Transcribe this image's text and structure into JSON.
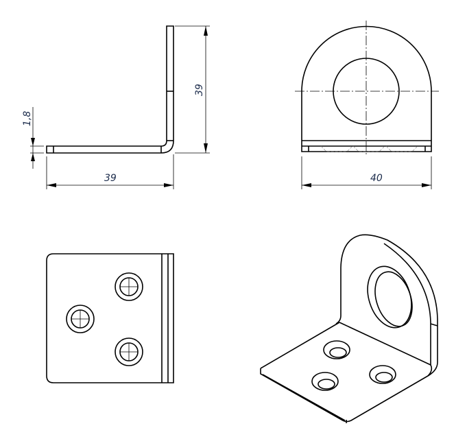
{
  "drawing": {
    "side_view": {
      "dim_thickness": "1,8",
      "dim_height": "39",
      "dim_length": "39"
    },
    "front_view": {
      "dim_width": "40"
    },
    "top_view": {
      "hole_count": 3
    },
    "iso_view": {}
  },
  "colors": {
    "line": "#000000",
    "dimension_text": "#1a2a4a"
  }
}
